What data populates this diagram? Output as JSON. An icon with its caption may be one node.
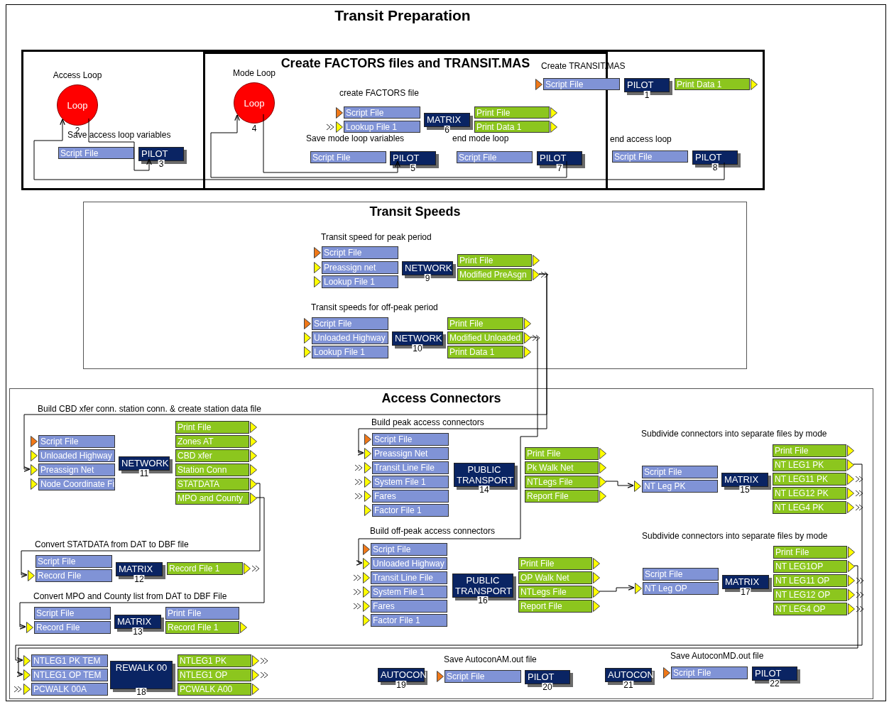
{
  "diagram": {
    "title": "Transit Preparation",
    "nodes": [
      {
        "text": [],
        "shape": "box"
      },
      {
        "text": [
          "Access Loop",
          "Loop"
        ],
        "beside": [
          "2"
        ],
        "in": 0
      },
      {
        "text": [
          "Script File"
        ],
        "in": 0
      },
      {
        "text": [
          "PILOT"
        ],
        "beside": [
          "3"
        ],
        "in": 0
      },
      {
        "text": [
          "Create FACTORS files and TRANSIT.MAS"
        ],
        "in": 0
      },
      {
        "text": [
          "Mode Loop",
          "Loop"
        ],
        "beside": [
          "4"
        ],
        "in": 4
      },
      {
        "text": [
          "Script File"
        ],
        "in": 4
      },
      {
        "text": [
          "Lookup File 1"
        ],
        "in": 4
      },
      {
        "text": [
          "MATRIX"
        ],
        "beside": [
          "6"
        ],
        "in": 4
      },
      {
        "text": [
          "Print File"
        ],
        "in": 4
      },
      {
        "text": [
          "Print Data 1"
        ],
        "in": 4
      },
      {
        "text": [
          "Script File"
        ],
        "in": 4
      },
      {
        "text": [
          "PILOT"
        ],
        "beside": [
          "5"
        ],
        "in": 4
      },
      {
        "text": [
          "Script File"
        ],
        "in": 4
      },
      {
        "text": [
          "PILOT"
        ],
        "beside": [
          "7"
        ],
        "in": 4
      },
      {
        "text": [
          "Script File"
        ],
        "in": 0
      },
      {
        "text": [
          "PILOT"
        ],
        "beside": [
          "1"
        ],
        "in": 0
      },
      {
        "text": [
          "Print Data 1"
        ],
        "in": 0
      },
      {
        "text": [
          "Script File"
        ],
        "in": 0
      },
      {
        "text": [
          "PILOT"
        ],
        "beside": [
          "8"
        ],
        "in": 0
      },
      {
        "text": [
          "Transit Speeds"
        ]
      },
      {
        "text": [
          "Script File"
        ],
        "in": 20
      },
      {
        "text": [
          "Preassign net"
        ],
        "in": 20
      },
      {
        "text": [
          "Lookup File 1"
        ],
        "in": 20
      },
      {
        "text": [
          "NETWORK"
        ],
        "beside": [
          "9"
        ],
        "in": 20
      },
      {
        "text": [
          "Print File"
        ],
        "in": 20
      },
      {
        "text": [
          "Modified PreAsgn"
        ],
        "in": 20
      },
      {
        "text": [
          "Script File"
        ],
        "in": 20
      },
      {
        "text": [
          "Unloaded Highway"
        ],
        "in": 20
      },
      {
        "text": [
          "Lookup File 1"
        ],
        "in": 20
      },
      {
        "text": [
          "NETWORK"
        ],
        "beside": [
          "10"
        ],
        "in": 20
      },
      {
        "text": [
          "Print File"
        ],
        "in": 20
      },
      {
        "text": [
          "Modified Unloaded"
        ],
        "in": 20
      },
      {
        "text": [
          "Print Data 1"
        ],
        "in": 20
      },
      {
        "text": [
          "Access Connectors"
        ]
      },
      {
        "text": [
          "Script File"
        ],
        "in": 34
      },
      {
        "text": [
          "Unloaded Highway"
        ],
        "in": 34
      },
      {
        "text": [
          "Preassign Net"
        ],
        "in": 34
      },
      {
        "text": [
          "Node Coordinate Fi"
        ],
        "in": 34
      },
      {
        "text": [
          "NETWORK"
        ],
        "beside": [
          "11"
        ],
        "in": 34
      },
      {
        "text": [
          "Print File"
        ],
        "in": 34
      },
      {
        "text": [
          "Zones AT"
        ],
        "in": 34
      },
      {
        "text": [
          "CBD xfer"
        ],
        "in": 34
      },
      {
        "text": [
          "Station Conn"
        ],
        "in": 34
      },
      {
        "text": [
          "STATDATA"
        ],
        "in": 34
      },
      {
        "text": [
          "MPO and County"
        ],
        "in": 34
      },
      {
        "text": [
          "Script File"
        ],
        "in": 34
      },
      {
        "text": [
          "Record File"
        ],
        "in": 34
      },
      {
        "text": [
          "MATRIX"
        ],
        "beside": [
          "12"
        ],
        "in": 34
      },
      {
        "text": [
          "Record File 1"
        ],
        "in": 34
      },
      {
        "text": [
          "Script File"
        ],
        "in": 34
      },
      {
        "text": [
          "Record File"
        ],
        "in": 34
      },
      {
        "text": [
          "MATRIX"
        ],
        "beside": [
          "13"
        ],
        "in": 34
      },
      {
        "text": [
          "Print File"
        ],
        "in": 34
      },
      {
        "text": [
          "Record File 1"
        ],
        "in": 34
      },
      {
        "text": [
          "NTLEG1 PK TEM"
        ],
        "in": 34
      },
      {
        "text": [
          "NTLEG1 OP TEM"
        ],
        "in": 34
      },
      {
        "text": [
          "PCWALK 00A"
        ],
        "in": 34
      },
      {
        "text": [
          "REWALK 00"
        ],
        "beside": [
          "18"
        ],
        "in": 34
      },
      {
        "text": [
          "NTLEG1 PK"
        ],
        "in": 34
      },
      {
        "text": [
          "NTLEG1 OP"
        ],
        "in": 34
      },
      {
        "text": [
          "PCWALK A00"
        ],
        "in": 34
      },
      {
        "text": [
          "Script File"
        ],
        "in": 34
      },
      {
        "text": [
          "Preassign Net"
        ],
        "in": 34
      },
      {
        "text": [
          "Transit Line File"
        ],
        "in": 34
      },
      {
        "text": [
          "System File 1"
        ],
        "in": 34
      },
      {
        "text": [
          "Fares"
        ],
        "in": 34
      },
      {
        "text": [
          "Factor File 1"
        ],
        "in": 34
      },
      {
        "text": [
          "PUBLIC TRANSPORT"
        ],
        "beside": [
          "14"
        ],
        "in": 34
      },
      {
        "text": [
          "Print File"
        ],
        "in": 34
      },
      {
        "text": [
          "Pk Walk Net"
        ],
        "in": 34
      },
      {
        "text": [
          "NTLegs File"
        ],
        "in": 34
      },
      {
        "text": [
          "Report File"
        ],
        "in": 34
      },
      {
        "text": [
          "Script File"
        ],
        "in": 34
      },
      {
        "text": [
          "NT Leg PK"
        ],
        "in": 34
      },
      {
        "text": [
          "MATRIX"
        ],
        "beside": [
          "15"
        ],
        "in": 34
      },
      {
        "text": [
          "Print File"
        ],
        "in": 34
      },
      {
        "text": [
          "NT LEG1 PK"
        ],
        "in": 34
      },
      {
        "text": [
          "NT LEG11 PK"
        ],
        "in": 34
      },
      {
        "text": [
          "NT LEG12 PK"
        ],
        "in": 34
      },
      {
        "text": [
          "NT LEG4 PK"
        ],
        "in": 34
      },
      {
        "text": [
          "Script File"
        ],
        "in": 34
      },
      {
        "text": [
          "Unloaded Highway"
        ],
        "in": 34
      },
      {
        "text": [
          "Transit Line File"
        ],
        "in": 34
      },
      {
        "text": [
          "System File 1"
        ],
        "in": 34
      },
      {
        "text": [
          "Fares"
        ],
        "in": 34
      },
      {
        "text": [
          "Factor File 1"
        ],
        "in": 34
      },
      {
        "text": [
          "PUBLIC TRANSPORT"
        ],
        "beside": [
          "16"
        ],
        "in": 34
      },
      {
        "text": [
          "Print File"
        ],
        "in": 34
      },
      {
        "text": [
          "OP Walk Net"
        ],
        "in": 34
      },
      {
        "text": [
          "NTLegs File"
        ],
        "in": 34
      },
      {
        "text": [
          "Report File"
        ],
        "in": 34
      },
      {
        "text": [
          "Script File"
        ],
        "in": 34
      },
      {
        "text": [
          "NT Leg OP"
        ],
        "in": 34
      },
      {
        "text": [
          "MATRIX"
        ],
        "beside": [
          "17"
        ],
        "in": 34
      },
      {
        "text": [
          "Print File"
        ],
        "in": 34
      },
      {
        "text": [
          "NT LEG1OP"
        ],
        "in": 34
      },
      {
        "text": [
          "NT LEG11 OP"
        ],
        "in": 34
      },
      {
        "text": [
          "NT LEG12 OP"
        ],
        "in": 34
      },
      {
        "text": [
          "NT LEG4 OP"
        ],
        "in": 34
      },
      {
        "text": [
          "AUTOCON"
        ],
        "beside": [
          "19"
        ],
        "in": 34
      },
      {
        "text": [
          "Script File"
        ],
        "in": 34
      },
      {
        "text": [
          "PILOT"
        ],
        "beside": [
          "20"
        ],
        "in": 34
      },
      {
        "text": [
          "AUTOCON"
        ],
        "beside": [
          "21"
        ],
        "in": 34
      },
      {
        "text": [
          "Script File"
        ],
        "in": 34
      },
      {
        "text": [
          "PILOT"
        ],
        "beside": [
          "22"
        ],
        "in": 34
      }
    ],
    "edges": [
      {
        "from": 1,
        "to": 3,
        "arrow": "to"
      },
      {
        "from": 19,
        "to": 1,
        "arrow": "to"
      },
      {
        "from": 5,
        "to": 12,
        "arrow": "to"
      },
      {
        "from": 14,
        "to": 5,
        "arrow": "to"
      },
      {
        "from": 26,
        "to": 37,
        "arrow": "to"
      },
      {
        "from": 26,
        "to": 63,
        "arrow": "to"
      },
      {
        "from": 32,
        "to": 82,
        "arrow": "to"
      },
      {
        "from": 44,
        "to": 47,
        "arrow": "to"
      },
      {
        "from": 45,
        "to": 51,
        "arrow": "to"
      },
      {
        "from": 71,
        "to": 74,
        "arrow": "to"
      },
      {
        "from": 90,
        "to": 93,
        "arrow": "to"
      },
      {
        "from": 77,
        "to": 55,
        "arrow": "to"
      },
      {
        "from": 96,
        "to": 56,
        "arrow": "to"
      }
    ],
    "labels": [
      "Save access loop variables",
      "create FACTORS file",
      "Save mode loop variables",
      "end mode loop",
      "Create TRANSIT.MAS",
      "end access loop",
      "Transit speed for peak period",
      "Transit speeds for off-peak period",
      "Build CBD xfer conn. station conn. & create station data file",
      "Build peak access connectors",
      "Subdivide connectors into separate files by mode",
      "Convert STATDATA from DAT to DBF file",
      "Build off-peak access connectors",
      "Subdivide connectors into separate files by mode",
      "Convert MPO and County list from DAT to DBF File",
      "Save AutoconAM.out file",
      "Save AutoconMD.out file"
    ]
  }
}
